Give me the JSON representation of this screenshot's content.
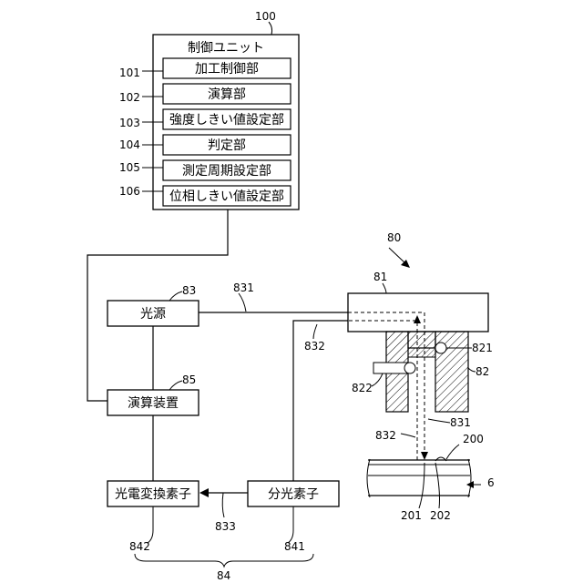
{
  "control_unit": {
    "ref": "100",
    "title": "制御ユニット",
    "items": [
      {
        "ref": "101",
        "label": "加工制御部"
      },
      {
        "ref": "102",
        "label": "演算部"
      },
      {
        "ref": "103",
        "label": "強度しきい値設定部"
      },
      {
        "ref": "104",
        "label": "判定部"
      },
      {
        "ref": "105",
        "label": "測定周期設定部"
      },
      {
        "ref": "106",
        "label": "位相しきい値設定部"
      }
    ]
  },
  "blocks": {
    "light_source": {
      "ref": "83",
      "label": "光源"
    },
    "computing_device": {
      "ref": "85",
      "label": "演算装置"
    },
    "photoelectric": {
      "ref": "842",
      "label": "光電変換素子"
    },
    "spectroscope": {
      "ref": "841",
      "label": "分光素子"
    }
  },
  "refs": {
    "assembly": "80",
    "head_body": "81",
    "nozzle": "82",
    "nozzle_hole": "821",
    "side_hole": "822",
    "fiber_out": "831",
    "fiber_return": "832",
    "fiber_out_beam": "831",
    "fiber_return_beam": "832",
    "fiber_833": "833",
    "wafer": "200",
    "surface_201": "201",
    "surface_202": "202",
    "table": "6",
    "detector_group": "84"
  }
}
